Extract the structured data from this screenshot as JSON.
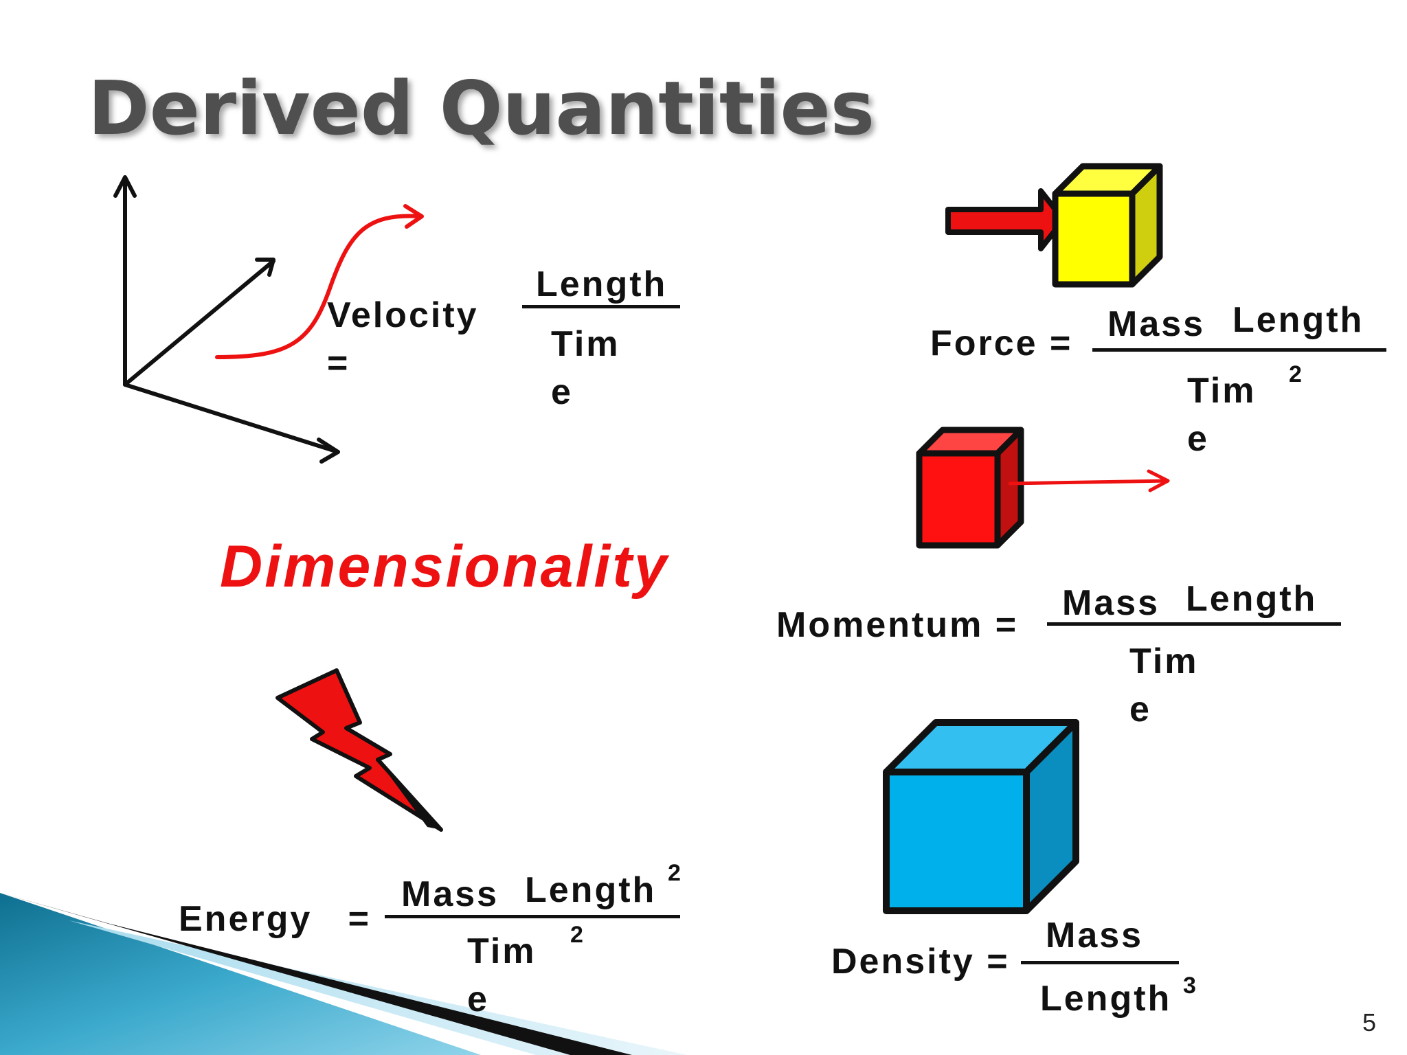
{
  "slide": {
    "title": "Derived  Quantities",
    "keyword": "Dimensionality",
    "page_number": "5"
  },
  "formulas": {
    "velocity": {
      "label": "Velocity =",
      "numerator": "Length",
      "denominator": "Time"
    },
    "force": {
      "label": "Force =",
      "numerator_left": "Mass",
      "numerator_right": "Length",
      "denominator": "Time",
      "denominator_exponent": "2"
    },
    "momentum": {
      "label": "Momentum =",
      "numerator_left": "Mass",
      "numerator_right": "Length",
      "denominator": "Time"
    },
    "energy": {
      "label": "Energy   =",
      "numerator_left": "Mass",
      "numerator_right": "Length",
      "numerator_exponent": "2",
      "denominator": "Time",
      "denominator_exponent": "2"
    },
    "density": {
      "label": "Density =",
      "numerator": "Mass",
      "denominator": "Length",
      "denominator_exponent": "3"
    }
  },
  "colors": {
    "title_gray": "#4f4f4f",
    "accent_red": "#ee1111",
    "force_cube_yellow": "#ffff00",
    "momentum_cube_red": "#ff1111",
    "density_cube_blue": "#00b0ea",
    "corner_teal": "#1f8fb0"
  },
  "icons": [
    "xyz-axes-icon",
    "trajectory-curve-icon",
    "force-arrow-icon",
    "yellow-cube-icon",
    "red-cube-icon",
    "momentum-arrow-icon",
    "lightning-bolt-icon",
    "blue-cube-icon",
    "corner-swoosh-decoration"
  ]
}
